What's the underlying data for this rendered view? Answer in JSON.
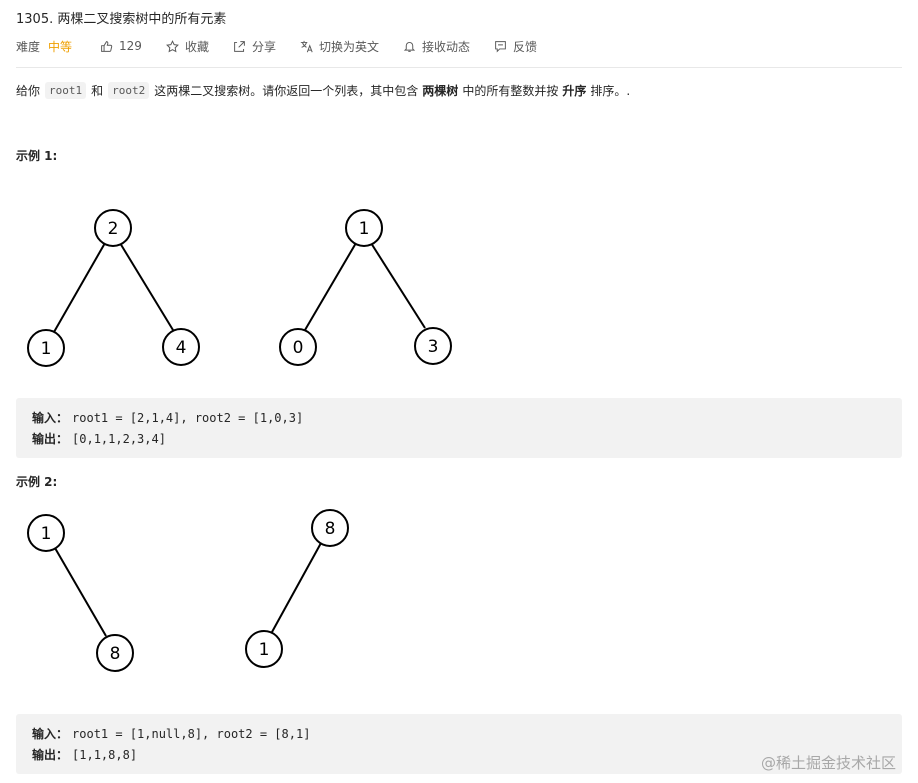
{
  "problem": {
    "title": "1305. 两棵二叉搜索树中的所有元素",
    "difficulty_label": "难度",
    "difficulty": "中等",
    "likes": "129",
    "favorite_label": "收藏",
    "share_label": "分享",
    "switch_lang_label": "切换为英文",
    "follow_label": "接收动态",
    "feedback_label": "反馈"
  },
  "description": {
    "part1": "给你",
    "code1": "root1",
    "part2": "和",
    "code2": "root2",
    "part3": "这两棵二叉搜索树。请你返回一个列表，其中包含",
    "bold1": "两棵树",
    "part4": "中的所有整数并按",
    "bold2": "升序",
    "part5": "排序。."
  },
  "example1": {
    "title": "示例 1:",
    "tree1": {
      "root": "2",
      "left": "1",
      "right": "4"
    },
    "tree2": {
      "root": "1",
      "left": "0",
      "right": "3"
    },
    "input_label": "输入：",
    "input": "root1 = [2,1,4], root2 = [1,0,3]",
    "output_label": "输出：",
    "output": "[0,1,1,2,3,4]"
  },
  "example2": {
    "title": "示例 2:",
    "tree1": {
      "root": "1",
      "right": "8"
    },
    "tree2": {
      "root": "8",
      "left": "1"
    },
    "input_label": "输入：",
    "input": "root1 = [1,null,8], root2 = [8,1]",
    "output_label": "输出：",
    "output": "[1,1,8,8]"
  },
  "watermark": "@稀土掘金技术社区",
  "colors": {
    "difficulty_medium": "#ef9f00",
    "code_bg": "#f2f2f2"
  }
}
